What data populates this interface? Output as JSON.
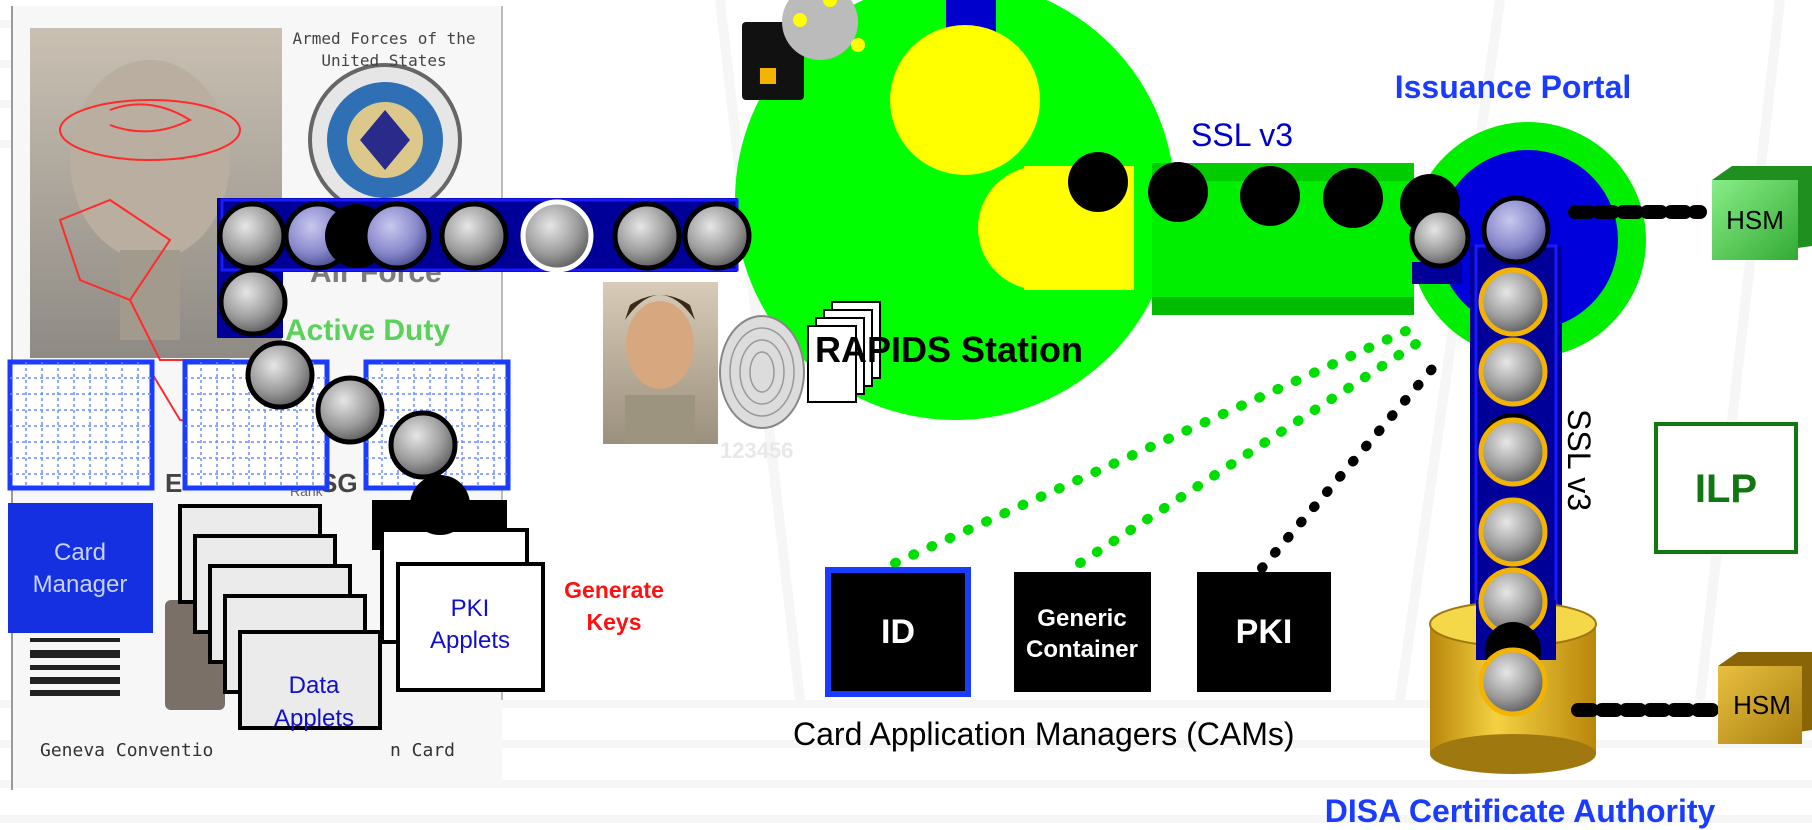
{
  "id_card": {
    "header_line1": "Armed Forces of the",
    "header_line2": "United States",
    "branch_partial": "Air Force",
    "status": "Active Duty",
    "footer_left": "Geneva Conventio",
    "footer_right": "n Card",
    "id_number": "123456",
    "fragment_rank": "Rank",
    "fragment_grade": "SG",
    "fragment_pay": "E"
  },
  "labels": {
    "card_manager_line1": "Card",
    "card_manager_line2": "Manager",
    "data_applets_line1": "Data",
    "data_applets_line2": "Applets",
    "pki_applets_line1": "PKI",
    "pki_applets_line2": "Applets",
    "generate_keys_line1": "Generate",
    "generate_keys_line2": "Keys",
    "rapids_station": "RAPIDS Station",
    "ssl_top": "SSL v3",
    "ssl_vertical": "SSL v3",
    "issuance_portal": "Issuance Portal",
    "hsm_top": "HSM",
    "hsm_bottom": "HSM",
    "ilp": "ILP",
    "cam_id": "ID",
    "cam_generic_line1": "Generic",
    "cam_generic_line2": "Container",
    "cam_pki": "PKI",
    "cams_caption": "Card Application Managers (CAMs)",
    "disa_ca": "DISA Certificate Authority"
  },
  "colors": {
    "green": "#00ff00",
    "navy": "#000099",
    "blue": "#0000ee",
    "yellow": "#ffff00",
    "red": "#ff0000",
    "gold": "#d4a017",
    "dark_green": "#117711"
  }
}
